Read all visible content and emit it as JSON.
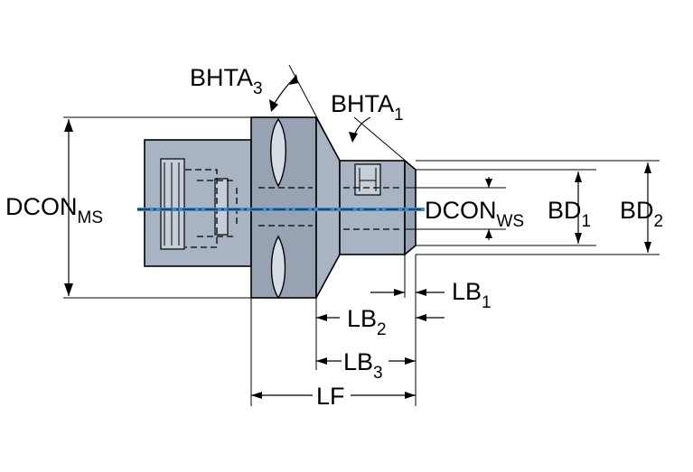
{
  "diagram": {
    "colors": {
      "body": "#a9b4c2",
      "body_shade": "#97a3b3",
      "slot": "#d7dde5",
      "centerline": "#3a8fd0",
      "ink": "#000000"
    },
    "labels": {
      "bhta3": {
        "main": "BHTA",
        "sub": "3"
      },
      "bhta1": {
        "main": "BHTA",
        "sub": "1"
      },
      "dcon_ms": {
        "main": "DCON",
        "sub": "MS"
      },
      "dcon_ws": {
        "main": "DCON",
        "sub": "WS"
      },
      "bd1": {
        "main": "BD",
        "sub": "1"
      },
      "bd2": {
        "main": "BD",
        "sub": "2"
      },
      "lb1": {
        "main": "LB",
        "sub": "1"
      },
      "lb2": {
        "main": "LB",
        "sub": "2"
      },
      "lb3": {
        "main": "LB",
        "sub": "3"
      },
      "lf": {
        "main": "LF"
      }
    }
  }
}
